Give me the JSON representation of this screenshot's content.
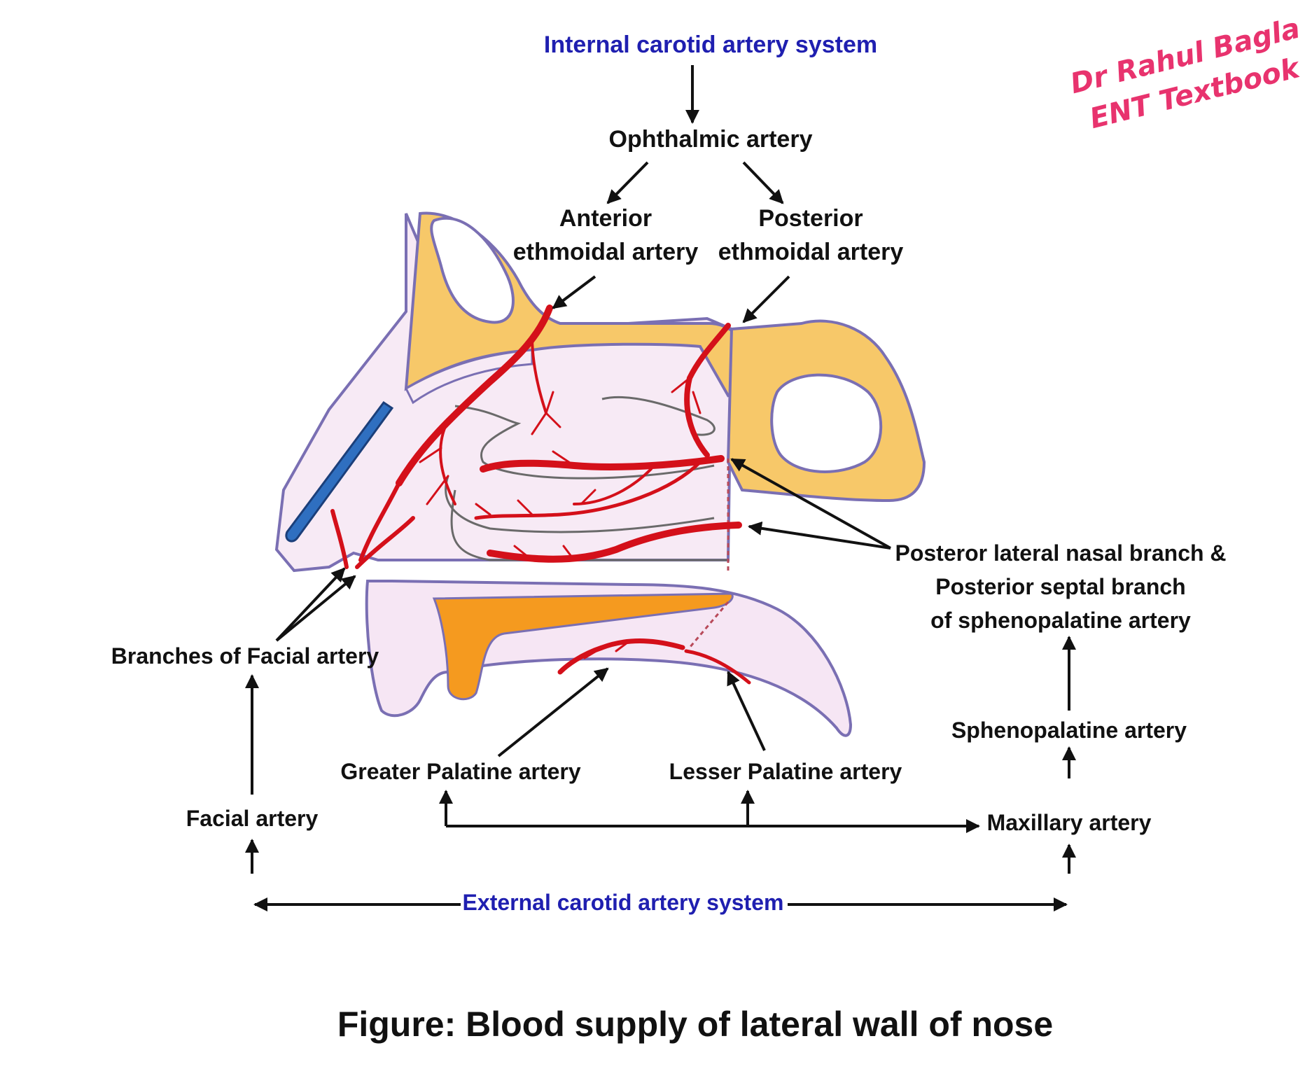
{
  "labels": {
    "internal_carotid": "Internal carotid artery system",
    "ophthalmic": "Ophthalmic artery",
    "anterior_ethmoidal_1": "Anterior",
    "anterior_ethmoidal_2": "ethmoidal artery",
    "posterior_ethmoidal_1": "Posterior",
    "posterior_ethmoidal_2": "ethmoidal artery",
    "sphenopalatine_branches_1": "Posteror lateral nasal branch &",
    "sphenopalatine_branches_2": "Posterior septal branch",
    "sphenopalatine_branches_3": "of sphenopalatine artery",
    "sphenopalatine": "Sphenopalatine artery",
    "maxillary": "Maxillary artery",
    "facial_branches": "Branches of Facial artery",
    "facial": "Facial artery",
    "greater_palatine": "Greater Palatine artery",
    "lesser_palatine": "Lesser Palatine artery",
    "external_carotid": "External carotid artery system"
  },
  "caption": "Figure: Blood supply of lateral wall of nose",
  "watermark": {
    "line1": "Dr Rahul Bagla",
    "line2": "ENT Textbook"
  },
  "colors": {
    "artery": "#d4101a",
    "bone": "#f7c869",
    "palate_bone": "#f59a1f",
    "mucosa": "#f6e6f4",
    "outline": "#7a6fb3",
    "blue_label": "#1f1fb0",
    "watermark": "#e8336e",
    "cartilage": "#2f6fc0"
  }
}
